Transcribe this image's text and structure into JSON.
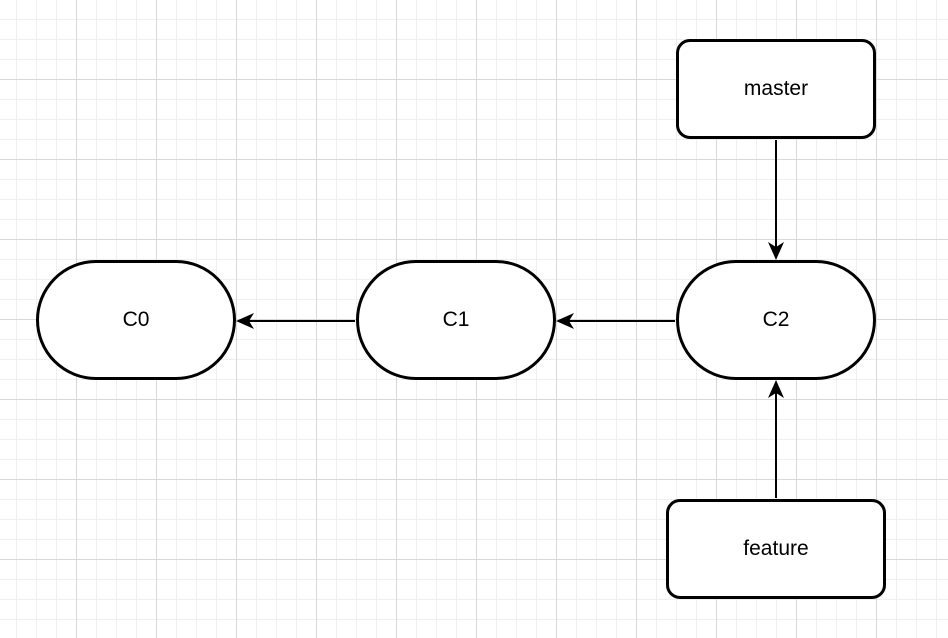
{
  "diagram": {
    "commits": [
      {
        "id": "c0",
        "label": "C0"
      },
      {
        "id": "c1",
        "label": "C1"
      },
      {
        "id": "c2",
        "label": "C2"
      }
    ],
    "branches": [
      {
        "id": "master",
        "label": "master"
      },
      {
        "id": "feature",
        "label": "feature"
      }
    ],
    "edges": [
      {
        "from": "c1",
        "to": "c0"
      },
      {
        "from": "c2",
        "to": "c1"
      },
      {
        "from": "master",
        "to": "c2"
      },
      {
        "from": "feature",
        "to": "c2"
      }
    ]
  },
  "colors": {
    "stroke": "#000000",
    "fill": "#ffffff",
    "grid_major": "#d8d8d8",
    "grid_minor": "#efefef"
  }
}
